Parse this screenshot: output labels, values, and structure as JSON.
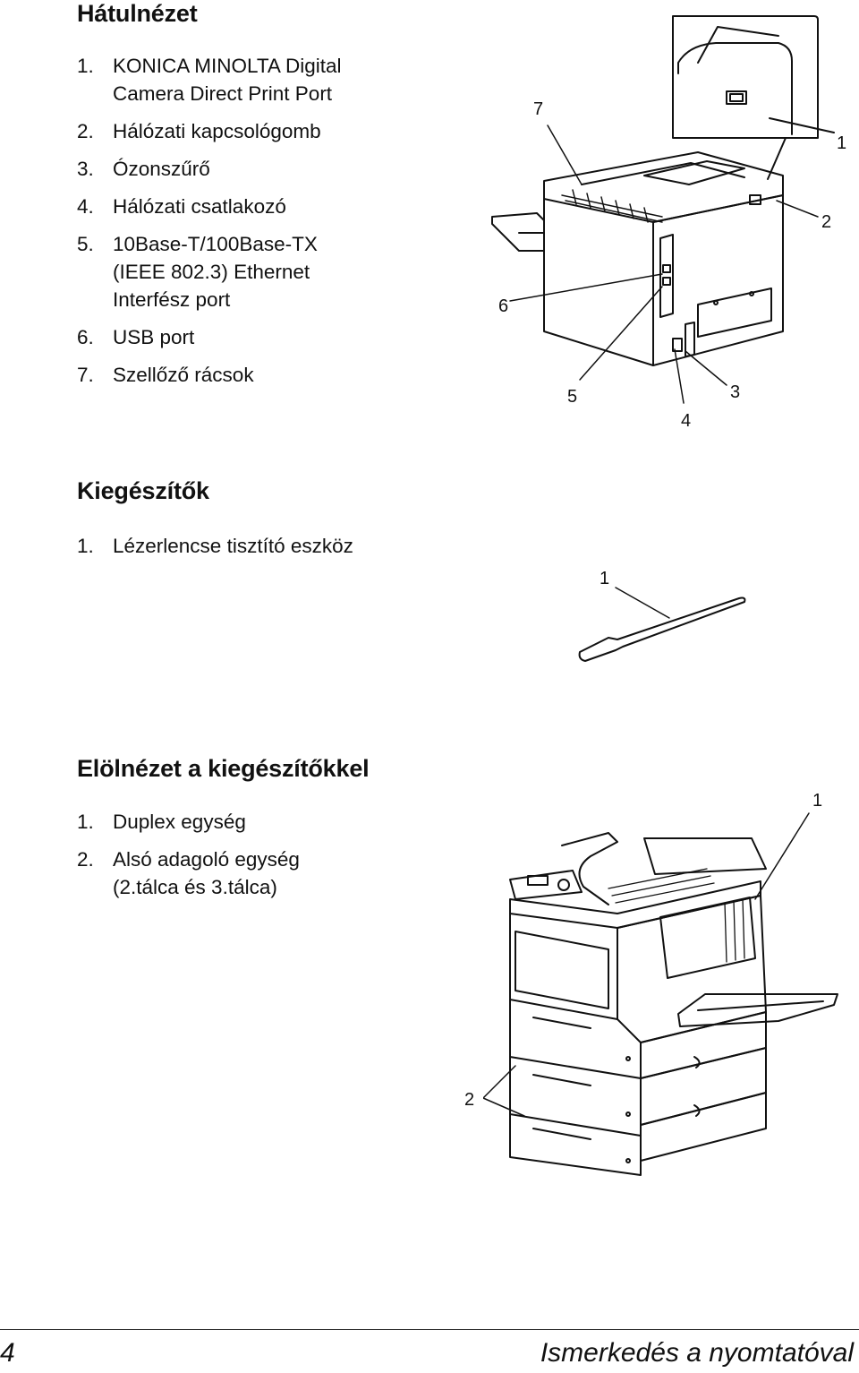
{
  "sections": {
    "rear_view": {
      "heading": "Hátulnézet",
      "items": [
        {
          "num": "1.",
          "text": "KONICA MINOLTA Digital\nCamera Direct Print Port"
        },
        {
          "num": "2.",
          "text": "Hálózati kapcsológomb"
        },
        {
          "num": "3.",
          "text": "Ózonszűrő"
        },
        {
          "num": "4.",
          "text": "Hálózati csatlakozó"
        },
        {
          "num": "5.",
          "text": "10Base-T/100Base-TX\n(IEEE 802.3) Ethernet\nInterfész port"
        },
        {
          "num": "6.",
          "text": "USB port"
        },
        {
          "num": "7.",
          "text": "Szellőző rácsok"
        }
      ],
      "callouts": [
        "1",
        "2",
        "3",
        "4",
        "5",
        "6",
        "7"
      ]
    },
    "accessories": {
      "heading": "Kiegészítők",
      "items": [
        {
          "num": "1.",
          "text": "Lézerlencse tisztító eszköz"
        }
      ],
      "callouts": [
        "1"
      ]
    },
    "front_view": {
      "heading": "Elölnézet a kiegészítőkkel",
      "items": [
        {
          "num": "1.",
          "text": "Duplex egység"
        },
        {
          "num": "2.",
          "text": "Alsó adagoló egység\n(2.tálca és 3.tálca)"
        }
      ],
      "callouts": [
        "1",
        "2"
      ]
    }
  },
  "footer": {
    "page_number": "4",
    "chapter_title": "Ismerkedés a nyomtatóval"
  }
}
